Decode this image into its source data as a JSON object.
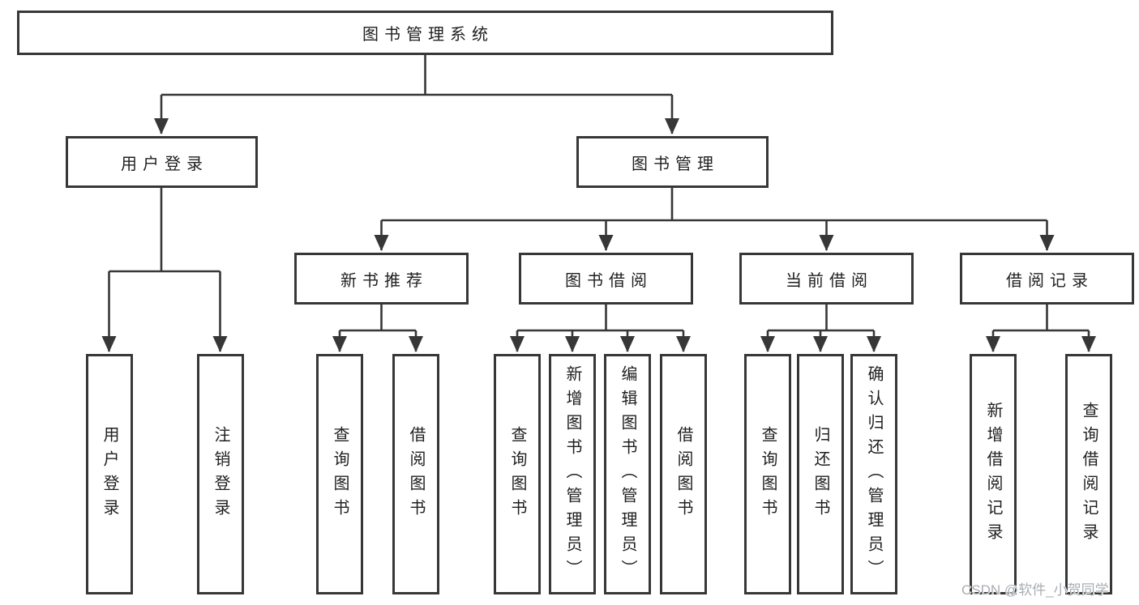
{
  "diagram": {
    "root": {
      "label": "图书管理系统"
    },
    "level2": [
      {
        "label": "用户登录"
      },
      {
        "label": "图书管理"
      }
    ],
    "level3": [
      {
        "label": "新书推荐"
      },
      {
        "label": "图书借阅"
      },
      {
        "label": "当前借阅"
      },
      {
        "label": "借阅记录"
      }
    ],
    "leaves": {
      "user_login": [
        "用户登录",
        "注销登录"
      ],
      "new_books": [
        "查询图书",
        "借阅图书"
      ],
      "book_borrow": [
        "查询图书",
        "新增图书（管理员）",
        "编辑图书（管理员）",
        "借阅图书"
      ],
      "current_borrow": [
        "查询图书",
        "归还图书",
        "确认归还（管理员）"
      ],
      "borrow_records": [
        "新增借阅记录",
        "查询借阅记录"
      ]
    }
  },
  "watermark": {
    "text": "CSDN @软件_小贺同学",
    "color": "#a9adb2"
  },
  "colors": {
    "line": "#373737",
    "border": "#373737",
    "text": "#1f1f1f",
    "background": "#ffffff"
  }
}
